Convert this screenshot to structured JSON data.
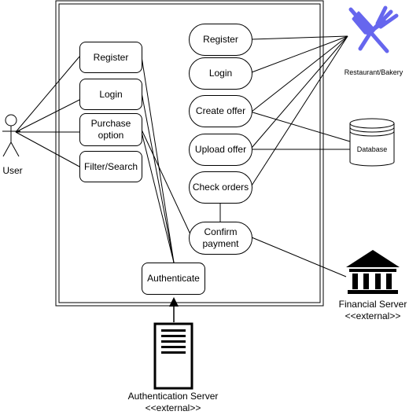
{
  "actors": {
    "user": "User",
    "restaurant": "Restaurant/Bakery",
    "database": "Database",
    "financial_server": "Financial Server",
    "financial_stereotype": "<<external>>",
    "auth_server": "Authentication Server",
    "auth_stereotype": "<<external>>"
  },
  "user_use_cases": {
    "register": "Register",
    "login": "Login",
    "purchase_option": "Purchase option",
    "filter_search": "Filter/Search"
  },
  "restaurant_use_cases": {
    "register": "Register",
    "login": "Login",
    "create_offer": "Create offer",
    "upload_offer": "Upload offer",
    "check_orders": "Check orders",
    "confirm_payment": "Confirm payment"
  },
  "system": {
    "authenticate": "Authenticate"
  },
  "colors": {
    "restaurant_icon": "#6666ee",
    "line": "#000000"
  }
}
